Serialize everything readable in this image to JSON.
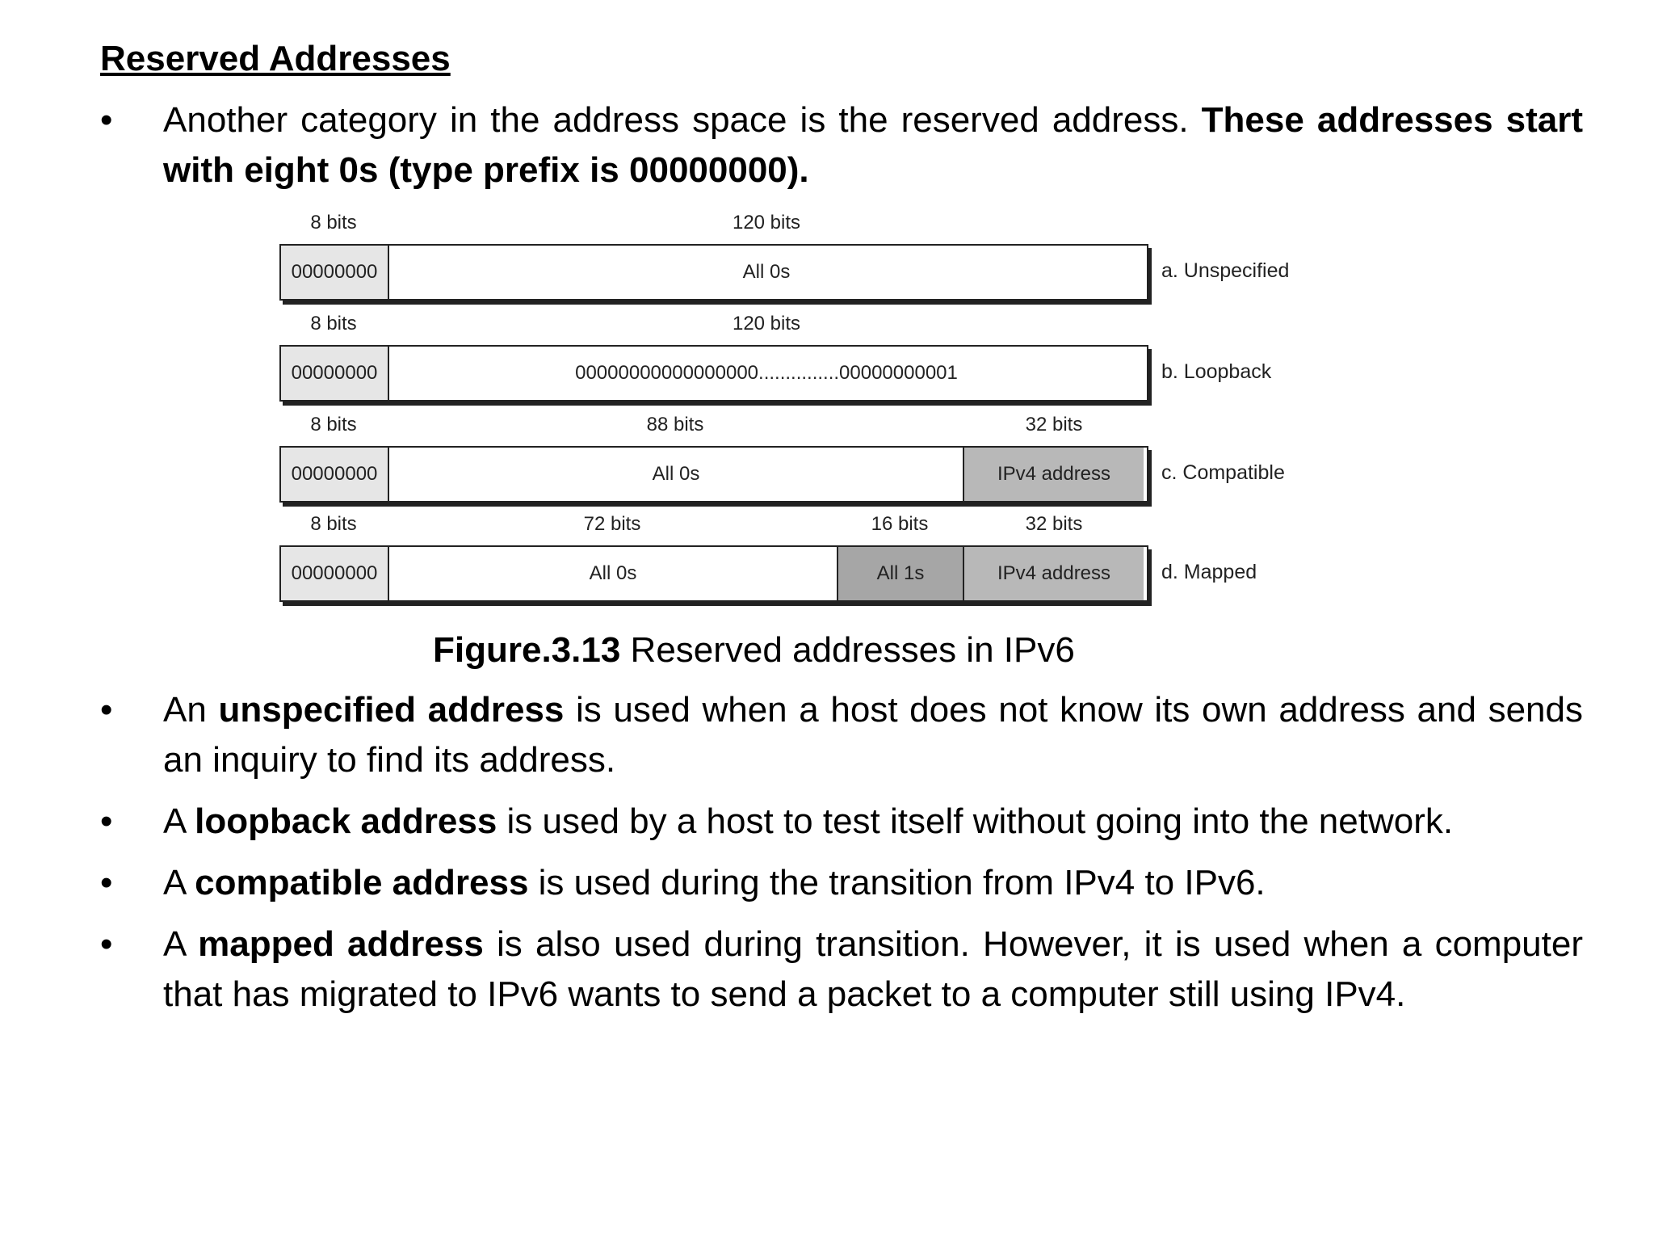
{
  "heading": "Reserved Addresses",
  "intro": {
    "bullet": "•",
    "text_plain": "Another category in the address space is the reserved address. ",
    "text_bold": "These addresses start with eight 0s (type prefix is 00000000)."
  },
  "figure": {
    "rows": [
      {
        "bit_labels": [
          "8 bits",
          "120 bits"
        ],
        "segments": [
          "00000000",
          "All 0s"
        ],
        "label": "a. Unspecified"
      },
      {
        "bit_labels": [
          "8 bits",
          "120 bits"
        ],
        "segments": [
          "00000000",
          "00000000000000000...............00000000001"
        ],
        "label": "b. Loopback"
      },
      {
        "bit_labels": [
          "8 bits",
          "88 bits",
          "32 bits"
        ],
        "segments": [
          "00000000",
          "All 0s",
          "IPv4 address"
        ],
        "label": "c. Compatible"
      },
      {
        "bit_labels": [
          "8 bits",
          "72 bits",
          "16 bits",
          "32 bits"
        ],
        "segments": [
          "00000000",
          "All 0s",
          "All 1s",
          "IPv4 address"
        ],
        "label": "d. Mapped"
      }
    ],
    "caption_bold": "Figure.3.13",
    "caption_text": " Reserved addresses in IPv6"
  },
  "bullets": [
    {
      "marker": "•",
      "pre": "An ",
      "bold": "unspecified address",
      "post": " is used when a host does not know its own address and sends an inquiry to find its address."
    },
    {
      "marker": "•",
      "pre": "A ",
      "bold": "loopback address",
      "post": " is used by a host to test itself without going into the network."
    },
    {
      "marker": "•",
      "pre": "A ",
      "bold": "compatible address",
      "post": " is used during the transition from IPv4 to IPv6."
    },
    {
      "marker": "•",
      "pre": "A ",
      "bold": "mapped address",
      "post": " is also used during transition. However, it is used when a computer that has migrated to IPv6 wants to send a packet to a computer still using IPv4."
    }
  ]
}
